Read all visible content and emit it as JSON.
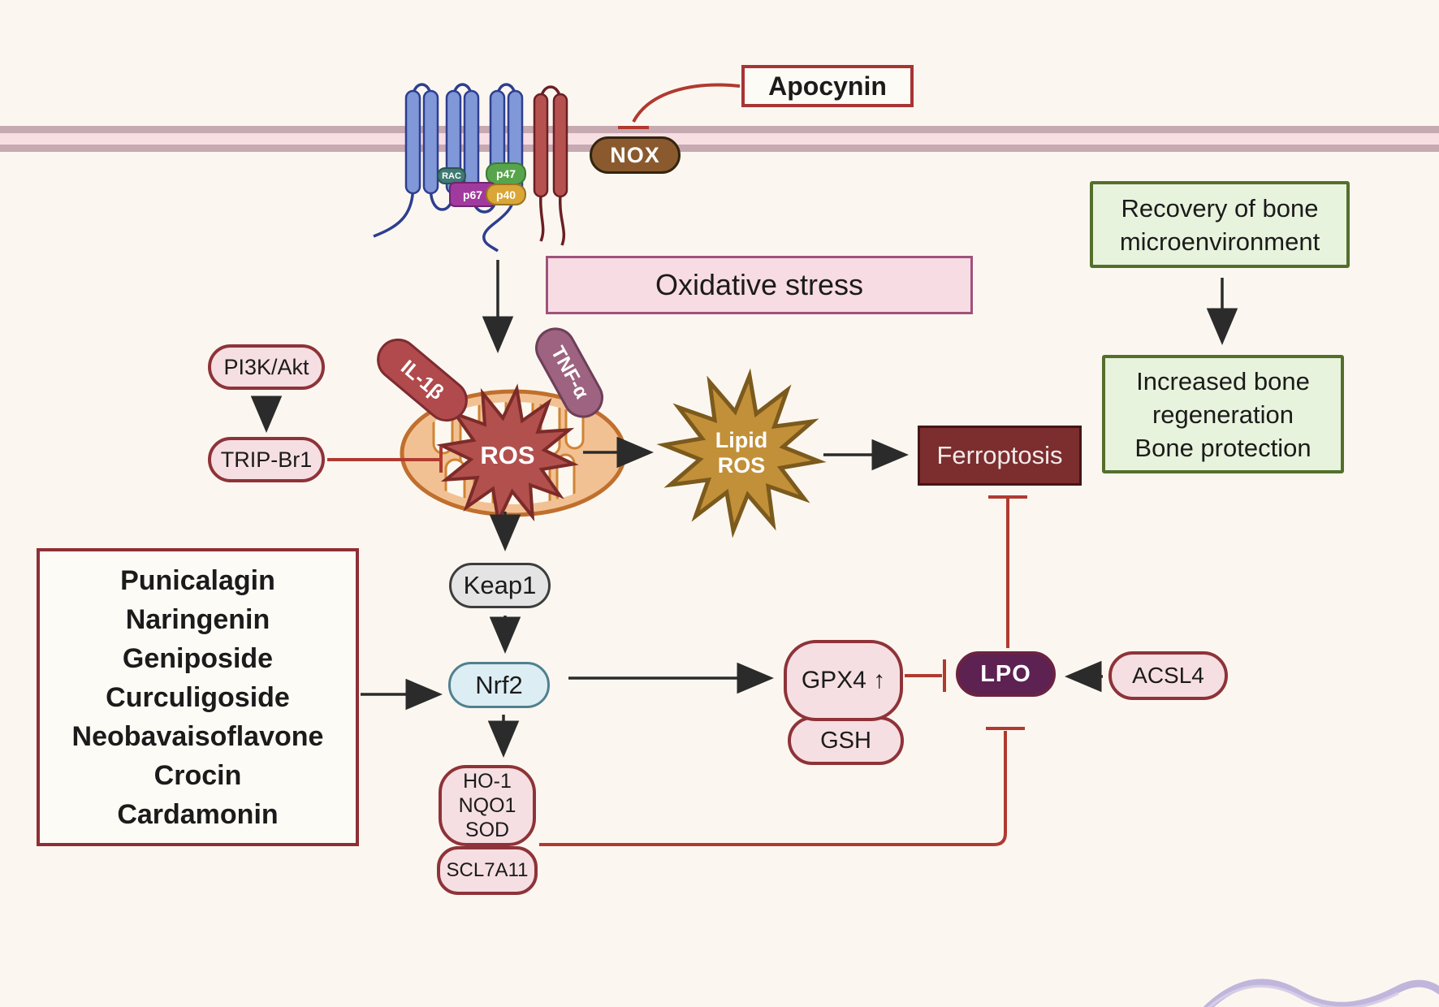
{
  "figure": {
    "description": "Signaling pathway diagram: NOX/oxidative stress induced mitochondrial ROS leads to lipid ROS and ferroptosis; Nrf2 axis and natural compounds counteract lipid peroxidation, leading to bone protection."
  },
  "theme": {
    "bg": "#fbf7f0",
    "arrow": "#2b2b2b",
    "inhibit": "#b03a30",
    "pill-fill": "#f6dfe2",
    "pill-border": "#8e3339",
    "membrane-band": "#c7a9b1",
    "membrane-core": "#f6dee3",
    "green-fill": "#e8f3dd",
    "green-border": "#546f2b",
    "nox-fill": "#8a5a2e",
    "lpo-fill": "#5d2152",
    "ferroptosis-fill": "#7c2d2d",
    "ros-star-fill": "#b2504d",
    "lipid-star-fill": "#c19038",
    "mito-fill": "#f2c193",
    "mito-stroke": "#c06f2d"
  },
  "receptor": {
    "subunits": {
      "rac": "RAC",
      "p47": "p47",
      "p67": "p67",
      "p40": "p40"
    }
  },
  "nodes": {
    "apocynin": {
      "label": "Apocynin"
    },
    "nox": {
      "label": "NOX"
    },
    "oxidative_stress": {
      "label": "Oxidative stress"
    },
    "recovery": {
      "label": "Recovery of bone microenvironment"
    },
    "increased": {
      "lines": [
        "Increased bone",
        "regeneration",
        "Bone protection"
      ]
    },
    "pi3k_akt": {
      "label": "PI3K/Akt"
    },
    "trip_br1": {
      "label": "TRIP-Br1"
    },
    "il1b": {
      "label": "IL-1β"
    },
    "tnfa": {
      "label": "TNF-α"
    },
    "ros": {
      "label": "ROS"
    },
    "lipid_ros": {
      "lines": [
        "Lipid",
        "ROS"
      ]
    },
    "ferroptosis": {
      "label": "Ferroptosis"
    },
    "keap1": {
      "label": "Keap1"
    },
    "nrf2": {
      "label": "Nrf2"
    },
    "ho1_nqo1_sod": {
      "lines": [
        "HO-1",
        "NQO1",
        "SOD"
      ]
    },
    "scl7a11": {
      "label": "SCL7A11"
    },
    "compounds": {
      "lines": [
        "Punicalagin",
        "Naringenin",
        "Geniposide",
        "Curculigoside",
        "Neobavaisoflavone",
        "Crocin",
        "Cardamonin"
      ]
    },
    "gpx4": {
      "label": "GPX4 ↑"
    },
    "gsh": {
      "label": "GSH"
    },
    "lpo": {
      "label": "LPO"
    },
    "acsl4": {
      "label": "ACSL4"
    }
  },
  "edges": [
    {
      "from": "Apocynin",
      "to": "NOX",
      "type": "inhibition"
    },
    {
      "from": "NOX receptor complex",
      "to": "mitochondrial ROS",
      "type": "activation"
    },
    {
      "from": "PI3K/Akt",
      "to": "TRIP-Br1",
      "type": "activation"
    },
    {
      "from": "TRIP-Br1",
      "to": "mitochondrial ROS",
      "type": "inhibition"
    },
    {
      "from": "ROS",
      "to": "Lipid ROS",
      "type": "activation"
    },
    {
      "from": "Lipid ROS",
      "to": "Ferroptosis",
      "type": "activation"
    },
    {
      "from": "ROS",
      "to": "Keap1",
      "type": "activation"
    },
    {
      "from": "Keap1",
      "to": "Nrf2",
      "type": "activation"
    },
    {
      "from": "compounds",
      "to": "Nrf2",
      "type": "activation"
    },
    {
      "from": "Nrf2",
      "to": "HO-1/NQO1/SOD/SCL7A11",
      "type": "activation"
    },
    {
      "from": "Nrf2",
      "to": "GPX4",
      "type": "activation"
    },
    {
      "from": "GPX4",
      "to": "LPO",
      "type": "inhibition"
    },
    {
      "from": "ACSL4",
      "to": "LPO",
      "type": "activation"
    },
    {
      "from": "HO-1/NQO1/SOD",
      "to": "LPO",
      "type": "inhibition"
    },
    {
      "from": "LPO",
      "to": "Ferroptosis",
      "type": "inhibition"
    },
    {
      "from": "Recovery of bone microenvironment",
      "to": "Increased bone regeneration / Bone protection",
      "type": "activation"
    }
  ]
}
